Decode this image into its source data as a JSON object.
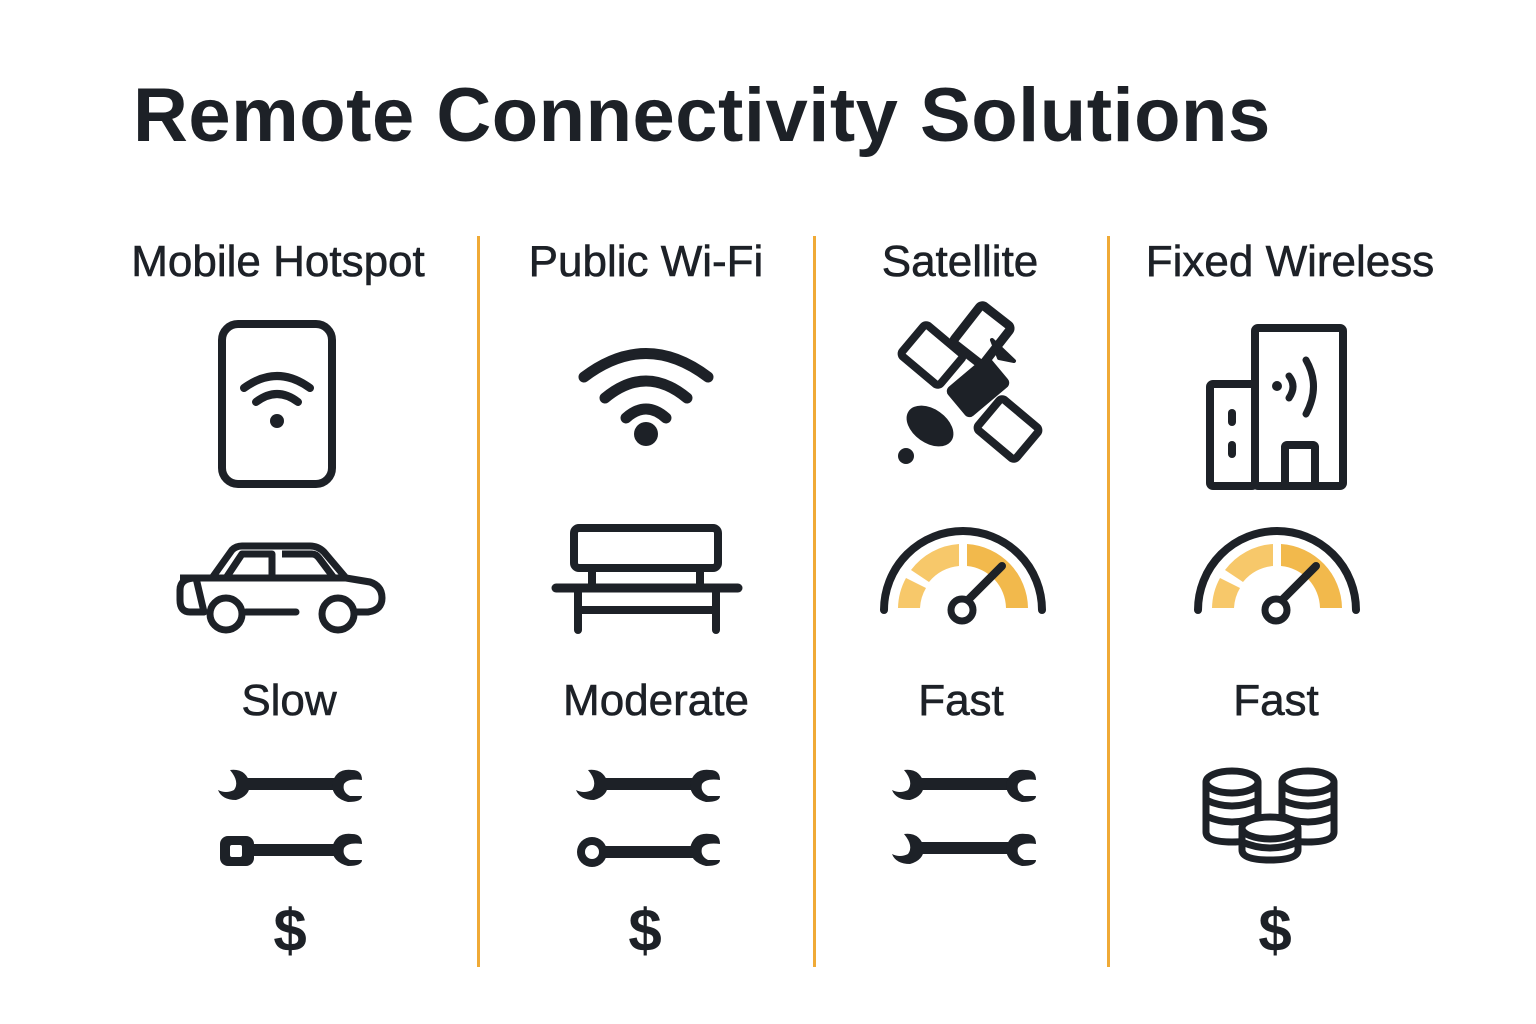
{
  "title": "Remote Connectivity Solutions",
  "colors": {
    "text": "#1d2127",
    "divider": "#f0aa36",
    "gauge_fill": "#f7c86a",
    "background": "#ffffff"
  },
  "columns": [
    {
      "label": "Mobile Hotspot",
      "device_icon": "phone-wifi-icon",
      "context_icon": "car-icon",
      "speed": "Slow",
      "setup_icon": "wrenches-icon",
      "cost": "$"
    },
    {
      "label": "Public Wi-Fi",
      "device_icon": "wifi-icon",
      "context_icon": "bench-icon",
      "speed": "Moderate",
      "setup_icon": "wrenches-icon",
      "cost": "$"
    },
    {
      "label": "Satellite",
      "device_icon": "satellite-icon",
      "context_icon": "speedometer-icon",
      "speed": "Fast",
      "setup_icon": "wrenches-icon",
      "cost": ""
    },
    {
      "label": "Fixed Wireless",
      "device_icon": "building-signal-icon",
      "context_icon": "speedometer-icon",
      "speed": "Fast",
      "setup_icon": "coins-icon",
      "cost": "$"
    }
  ]
}
